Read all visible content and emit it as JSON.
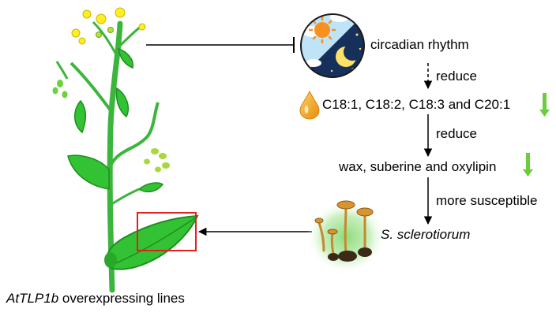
{
  "labels": {
    "circadian": "circadian rhythm",
    "reduce1": "reduce",
    "fatty_acids": "C18:1, C18:2, C18:3 and C20:1",
    "reduce2": "reduce",
    "wax": "wax, suberine and oxylipin",
    "susceptible": "more susceptible",
    "pathogen": "S. sclerotiorum",
    "plant_gene": "AtTLP1b",
    "plant_suffix": " overexpressing lines"
  },
  "colors": {
    "stem": "#3cb53c",
    "leaf": "#33c233",
    "leaf_dark": "#1e8f1e",
    "flower": "#ffee22",
    "highlight_box": "#e0201e",
    "down_arrow": "#6ccc3c",
    "oil_drop": "#f2a71e",
    "day_sky": "#bfe3f7",
    "night_sky": "#16305c",
    "sun": "#f7921e",
    "moon": "#ffe066",
    "fungus": "#c5892f"
  },
  "icons": [
    "day-night-icon",
    "oil-drop-icon",
    "down-arrow-icon",
    "fungus-icon",
    "plant-illustration"
  ]
}
